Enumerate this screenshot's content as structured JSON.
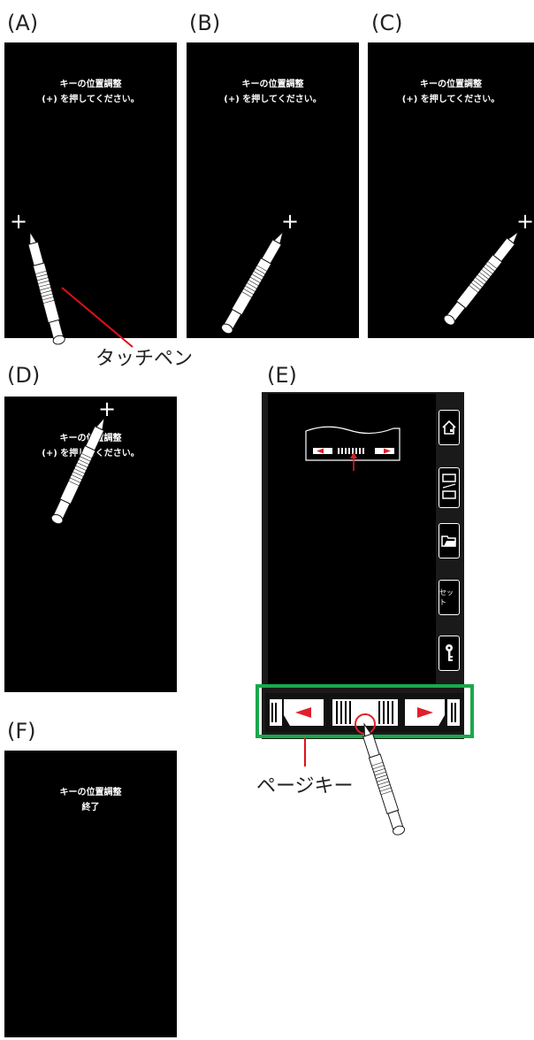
{
  "panels": {
    "a": {
      "label": "(A)",
      "line1": "キーの位置調整",
      "line2": "(+) を押してください。",
      "plus": "+"
    },
    "b": {
      "label": "(B)",
      "line1": "キーの位置調整",
      "line2": "(+) を押してください。",
      "plus": "+"
    },
    "c": {
      "label": "(C)",
      "line1": "キーの位置調整",
      "line2": "(+) を押してください。",
      "plus": "+"
    },
    "d": {
      "label": "(D)",
      "line1": "キーの位置調整",
      "line2": "(+) を押してください。",
      "plus": "+"
    },
    "e": {
      "label": "(E)",
      "set_button": "セット"
    },
    "f": {
      "label": "(F)",
      "line1": "キーの位置調整",
      "line2": "終了"
    }
  },
  "callouts": {
    "touch_pen": "タッチペン",
    "page_key": "ページキー"
  },
  "colors": {
    "screen": "#000000",
    "callout_line": "#e0101a",
    "page_key_frame": "#1aa84a",
    "arrow_red": "#e0202a"
  },
  "icons": [
    "home-icon",
    "machine-icon",
    "folder-icon",
    "key-icon",
    "pen-icon"
  ]
}
